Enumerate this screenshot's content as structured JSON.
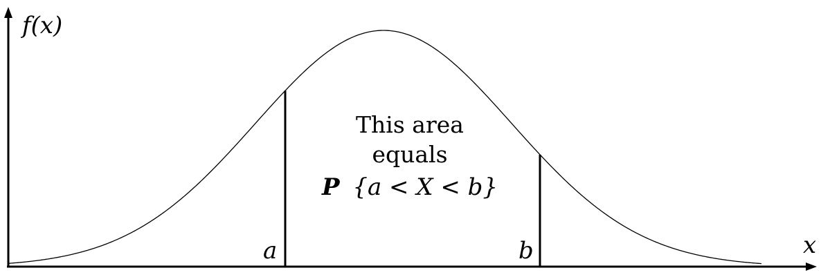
{
  "axes": {
    "y_label": "f(x)",
    "x_label": "x"
  },
  "markers": {
    "a_label": "a",
    "b_label": "b"
  },
  "annotation": {
    "line1": "This area",
    "line2": "equals",
    "line3_prob": "P",
    "line3_expr": "{a < X < b}"
  },
  "colors": {
    "stroke": "#000000",
    "background": "#ffffff"
  }
}
